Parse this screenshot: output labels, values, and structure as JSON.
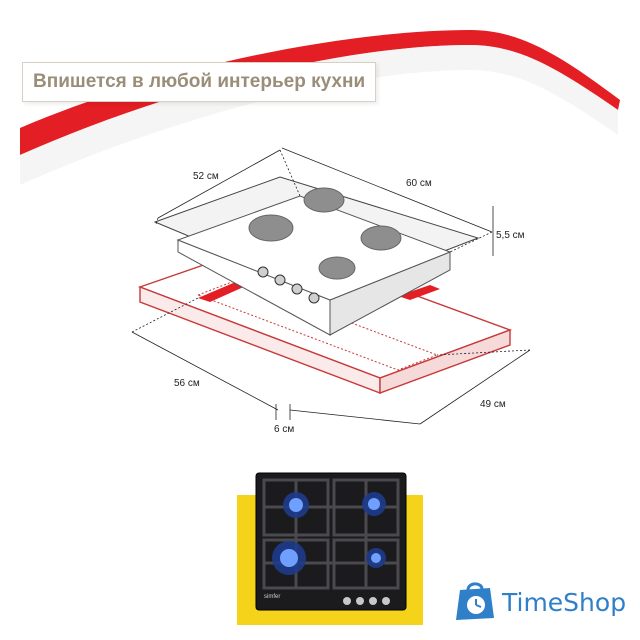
{
  "banner": {
    "text": "Впишется в любой интерьер кухни"
  },
  "dimensions": {
    "top_depth": "52 см",
    "top_width": "60 см",
    "height": "5,5 см",
    "cutout_width": "56 см",
    "cutout_depth": "49 см",
    "cutout_gap": "6 см"
  },
  "product_brand": "simfer",
  "store": {
    "name": "TimeShop",
    "icon": "shopping-bag-clock-icon"
  },
  "colors": {
    "accent_red": "#e31e24",
    "yellow": "#f5d31a",
    "brand_blue": "#2f7fc9",
    "banner_text": "#9a8e78"
  }
}
